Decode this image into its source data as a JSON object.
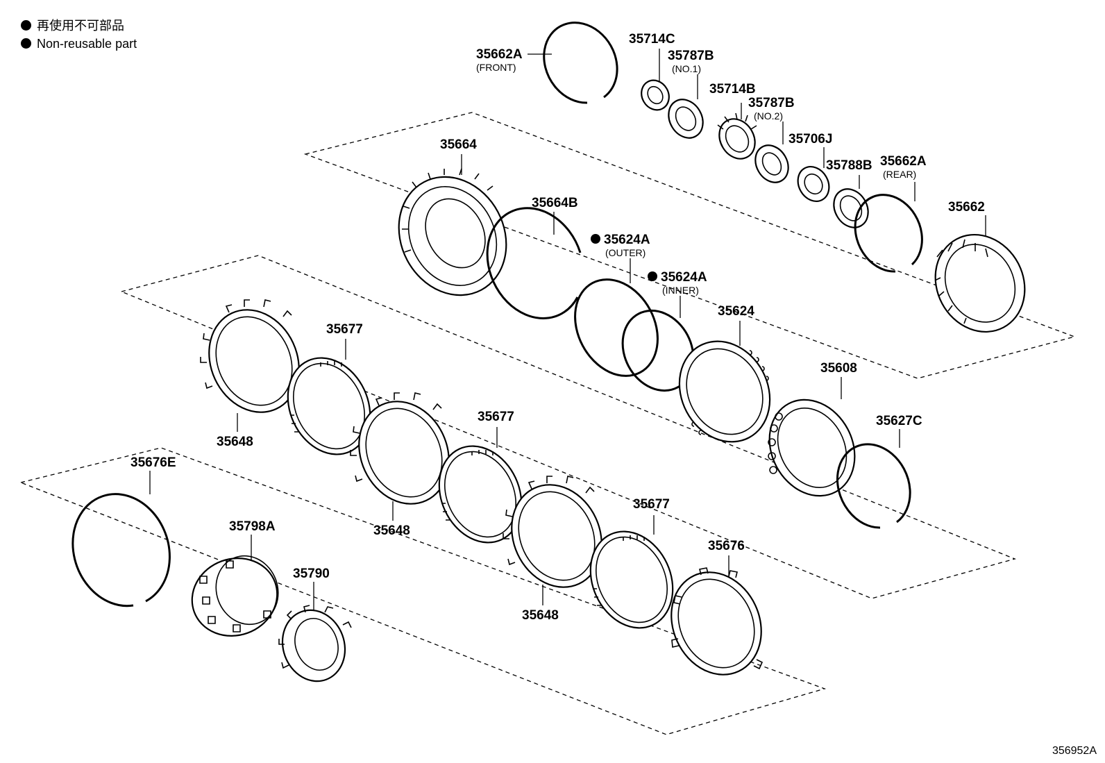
{
  "legend": {
    "symbol": "dot-icon",
    "line_jp": "再使用不可部品",
    "line_en": "Non-reusable part"
  },
  "callouts": {
    "p35662A_front": {
      "number": "35662A",
      "note": "(FRONT)"
    },
    "p35714C": {
      "number": "35714C"
    },
    "p35787B_no1": {
      "number": "35787B",
      "note": "(NO.1)"
    },
    "p35714B": {
      "number": "35714B"
    },
    "p35787B_no2": {
      "number": "35787B",
      "note": "(NO.2)"
    },
    "p35706J": {
      "number": "35706J"
    },
    "p35788B": {
      "number": "35788B"
    },
    "p35662A_rear": {
      "number": "35662A",
      "note": "(REAR)"
    },
    "p35662": {
      "number": "35662"
    },
    "p35664": {
      "number": "35664"
    },
    "p35664B": {
      "number": "35664B"
    },
    "p35624A_outer": {
      "number": "35624A",
      "note": "(OUTER)",
      "non_reusable": true
    },
    "p35624A_inner": {
      "number": "35624A",
      "note": "(INNER)",
      "non_reusable": true
    },
    "p35624": {
      "number": "35624"
    },
    "p35608": {
      "number": "35608"
    },
    "p35627C": {
      "number": "35627C"
    },
    "p35677_a": {
      "number": "35677"
    },
    "p35648_a": {
      "number": "35648"
    },
    "p35677_b": {
      "number": "35677"
    },
    "p35648_b": {
      "number": "35648"
    },
    "p35677_c": {
      "number": "35677"
    },
    "p35648_c": {
      "number": "35648"
    },
    "p35676": {
      "number": "35676"
    },
    "p35676E": {
      "number": "35676E"
    },
    "p35798A": {
      "number": "35798A"
    },
    "p35790": {
      "number": "35790"
    }
  },
  "catalog_id": "356952A"
}
